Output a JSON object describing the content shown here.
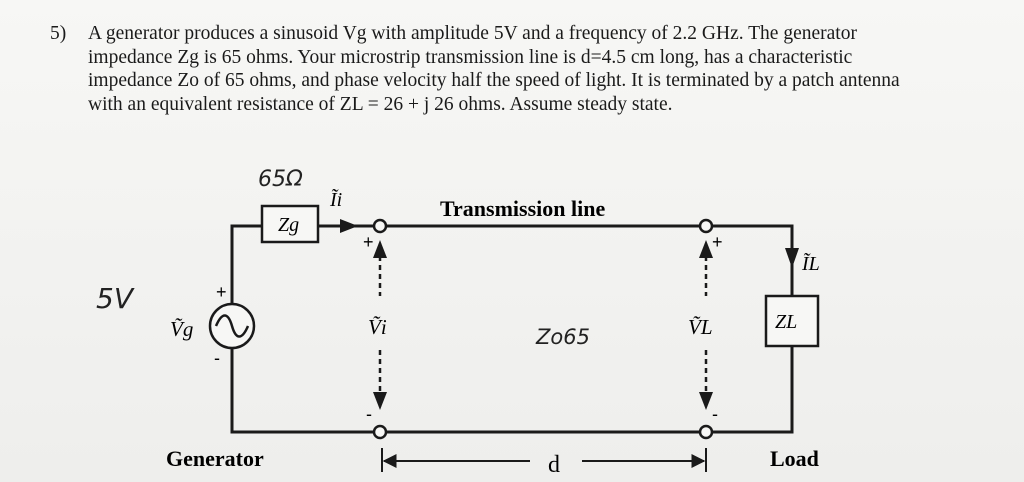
{
  "problem": {
    "number": "5)",
    "lines": [
      "A generator produces a sinusoid Vg with amplitude 5V and a frequency of 2.2 GHz. The generator",
      "impedance Zg is 65 ohms.  Your microstrip transmission line is d=4.5 cm long, has a characteristic",
      "impedance Zo of 65 ohms, and phase velocity half the speed of light. It is terminated by a patch antenna",
      "with an equivalent resistance of ZL = 26 + j 26 ohms.  Assume steady state."
    ]
  },
  "diagram": {
    "zg_box_label": "Zg",
    "zl_box_label": "ZL",
    "ii_label": "Ĩi",
    "il_label": "ĨL",
    "vg_label": "Ṽg",
    "vi_label": "Ṽi",
    "vl_label": "ṼL",
    "transmission_line_label": "Transmission line",
    "generator_label": "Generator",
    "load_label": "Load",
    "d_label": "d",
    "plus_sign": "+",
    "minus_sign": "-"
  },
  "handwriting": {
    "zg_value": "65Ω",
    "vg_value": "5V",
    "zo_note": "Zo65"
  }
}
